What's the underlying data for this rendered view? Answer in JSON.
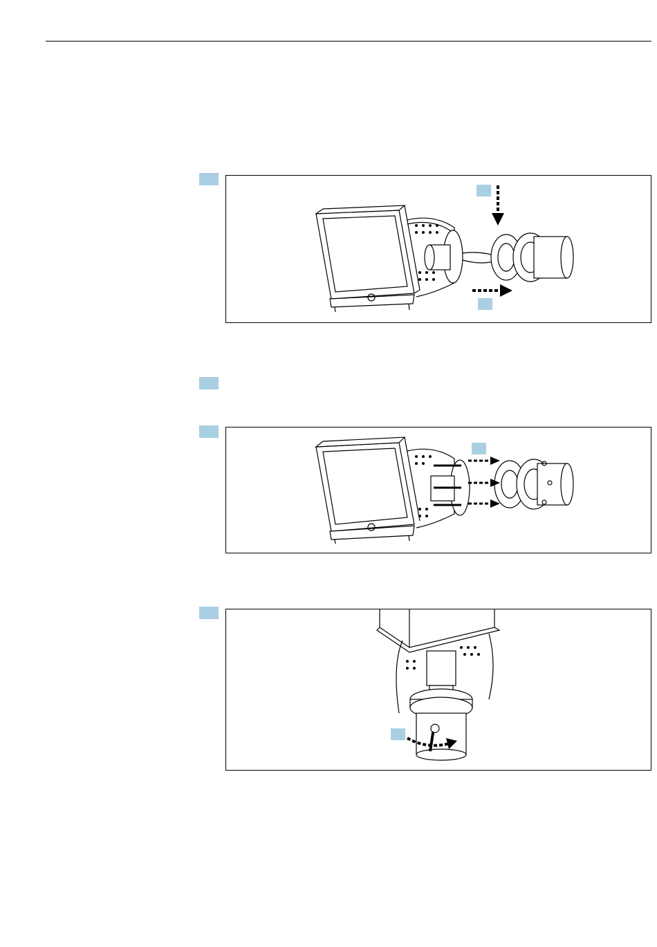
{
  "page": {
    "header_rule": true
  },
  "steps": [
    {
      "marker": "step-1",
      "has_figure": true
    },
    {
      "marker": "step-2",
      "has_figure": false
    },
    {
      "marker": "step-3",
      "has_figure": true
    },
    {
      "marker": "step-4",
      "has_figure": true
    }
  ],
  "colors": {
    "marker_fill": "#a9cfe2",
    "line": "#000000",
    "frame": "#000000"
  },
  "figures": [
    {
      "name": "figure-1",
      "content": "analyzer-housing-removal-from-flange",
      "icons": [
        "down-arrow-icon",
        "right-arrow-icon"
      ]
    },
    {
      "name": "figure-2",
      "content": "analyzer-housing-bolts-into-flange",
      "icons": [
        "bolt-arrow-icon"
      ]
    },
    {
      "name": "figure-3",
      "content": "probe-mounted-vertical-clamp-lever",
      "icons": [
        "rotate-arrow-icon"
      ]
    }
  ]
}
